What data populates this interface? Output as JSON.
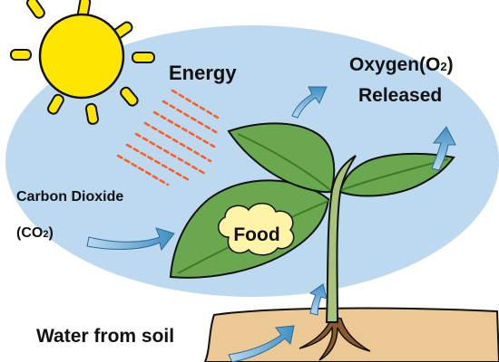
{
  "labels": {
    "energy": "Energy",
    "oxygen_main": "Oxygen(O",
    "oxygen_sub": "2",
    "oxygen_close": ")",
    "released": "Released",
    "carbon_dioxide": "Carbon Dioxide",
    "co2_open": "(CO",
    "co2_sub": "2",
    "co2_close": ")",
    "food": "Food",
    "water": "Water from soil"
  },
  "colors": {
    "sky": "#bcd9f0",
    "sun": "#ffe600",
    "sun_outline": "#111111",
    "leaf": "#6aa84f",
    "leaf_dark": "#3d7a2a",
    "stem": "#a8c47a",
    "soil": "#ecc894",
    "root": "#8b5a2b",
    "arrow": "#3f8fc4",
    "energy_rays": "#ff5a1f",
    "food_cloud": "#fff3a8"
  },
  "icons": [
    "sun-icon",
    "plant-icon",
    "arrow-icon",
    "soil-icon",
    "root-icon"
  ]
}
